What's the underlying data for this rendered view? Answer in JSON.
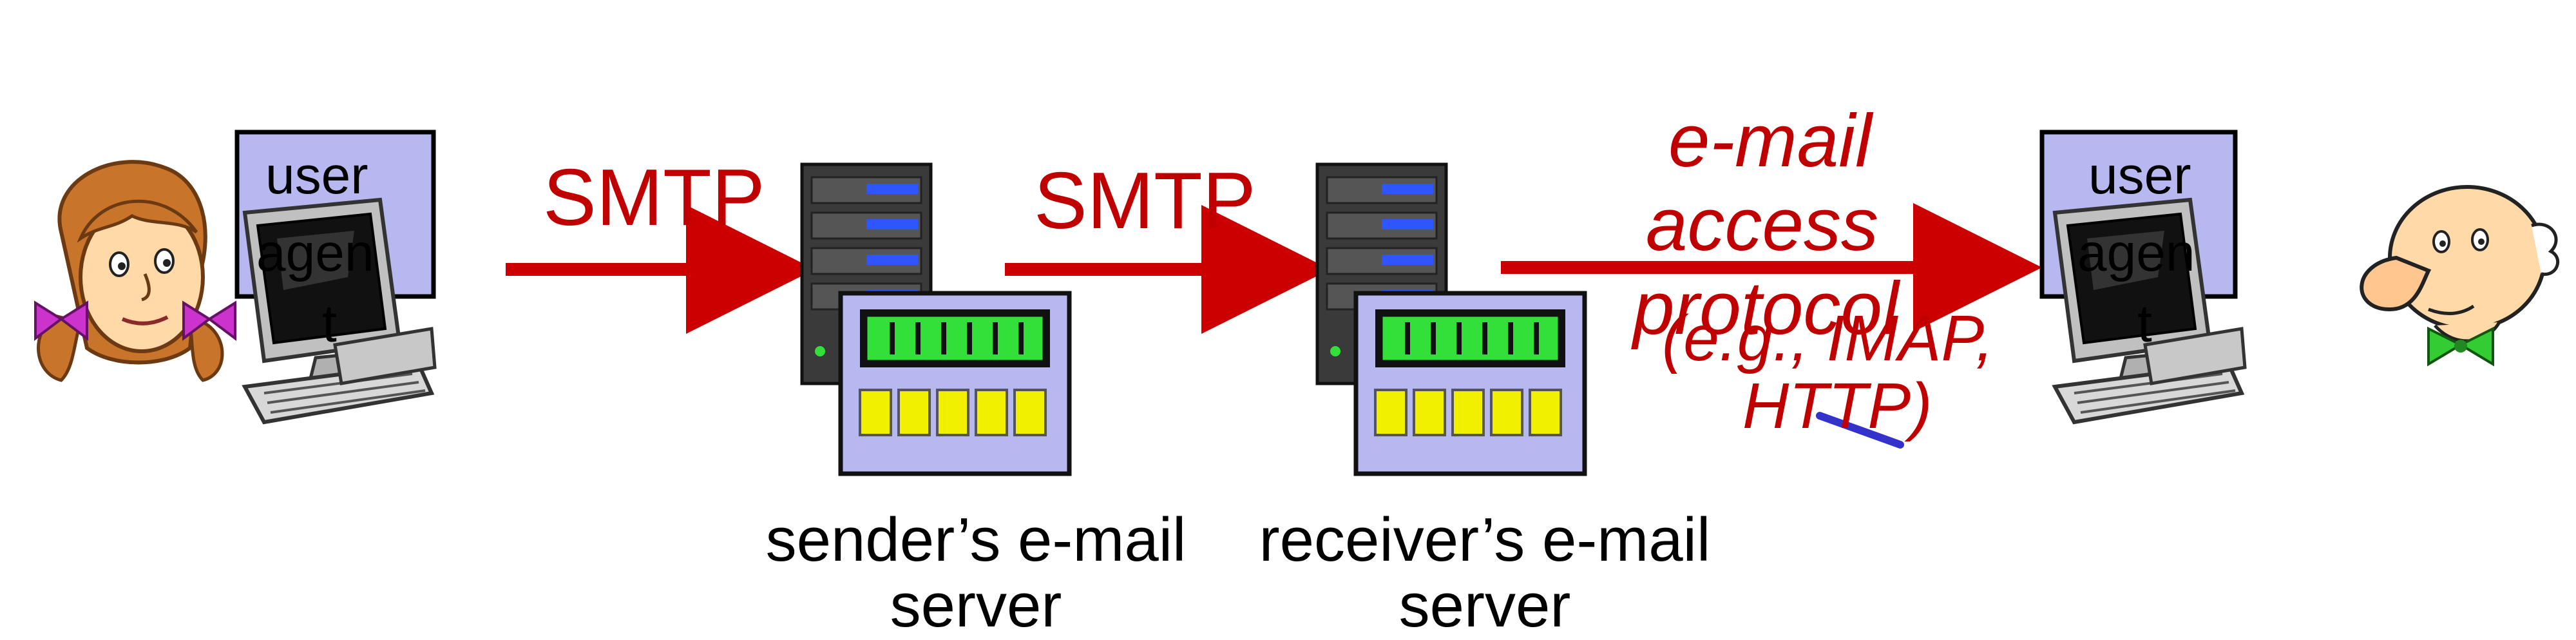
{
  "diagram": {
    "left_user_agent": {
      "label": "user agen t",
      "lines": [
        "user",
        "agen",
        "t"
      ]
    },
    "right_user_agent": {
      "label": "user agen t",
      "lines": [
        "user",
        "agen",
        "t"
      ]
    },
    "links": [
      {
        "label": "SMTP"
      },
      {
        "label": "SMTP"
      },
      {
        "label_lines": [
          "e-mail",
          "access",
          "protocol"
        ],
        "sub_lines": [
          "(e.g., IMAP,",
          "HTTP)"
        ]
      }
    ],
    "sender_server": {
      "caption_lines": [
        "sender’s e-mail",
        "server"
      ]
    },
    "receiver_server": {
      "caption_lines": [
        "receiver’s e-mail",
        "server"
      ]
    },
    "colors": {
      "protocol_red": "#c00000",
      "arrow_red": "#cc0000",
      "monitor_fill": "#b8b8f0",
      "server_panel": "#b8b8f0",
      "server_lcd": "#33e03a",
      "server_slots": "#f0f000",
      "pen_stroke": "#3333cc"
    },
    "icons": [
      "woman-user-icon",
      "desktop-computer-icon",
      "mail-server-icon",
      "man-user-icon"
    ]
  }
}
